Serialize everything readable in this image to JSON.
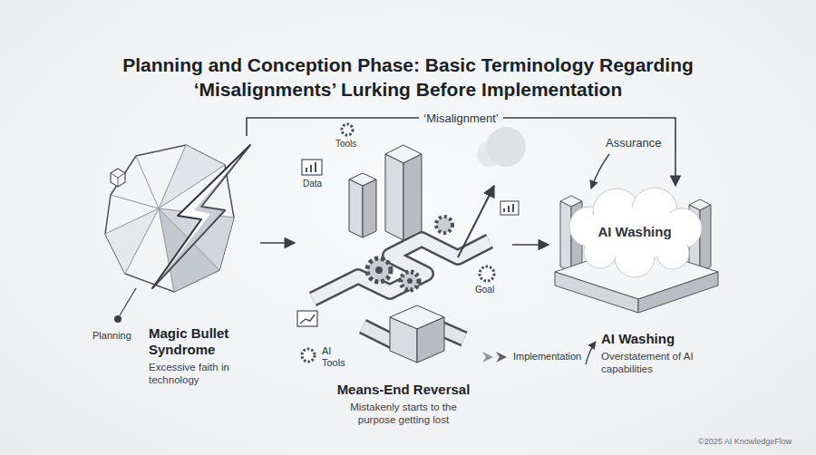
{
  "diagram": {
    "title": "Planning and Conception Phase: Basic Terminology Regarding ‘Misalignments’ Lurking Before Implementation",
    "nodes": [
      {
        "text": [
          "Magic Bullet Syndrome",
          "Excessive faith in technology"
        ]
      },
      {
        "text": [
          "Means-End Reversal",
          "Mistakenly starts to the purpose getting lost"
        ]
      },
      {
        "text": [
          "AI Washing",
          "AI Washing",
          "Overstatement of AI capabilities"
        ]
      }
    ],
    "edges": [
      {
        "from": 0,
        "to": 1,
        "arrow": "to"
      },
      {
        "from": 1,
        "to": 2,
        "arrow": "to"
      },
      {
        "from": 0,
        "to": 2,
        "label": "‘Misalignment’",
        "arrow": "to"
      }
    ],
    "labels": [
      "Tools",
      "Data",
      "AI Tools",
      "Goal",
      "Planning",
      "Assurance",
      "Implementation",
      "©2025 AI KnowledgeFlow"
    ]
  }
}
